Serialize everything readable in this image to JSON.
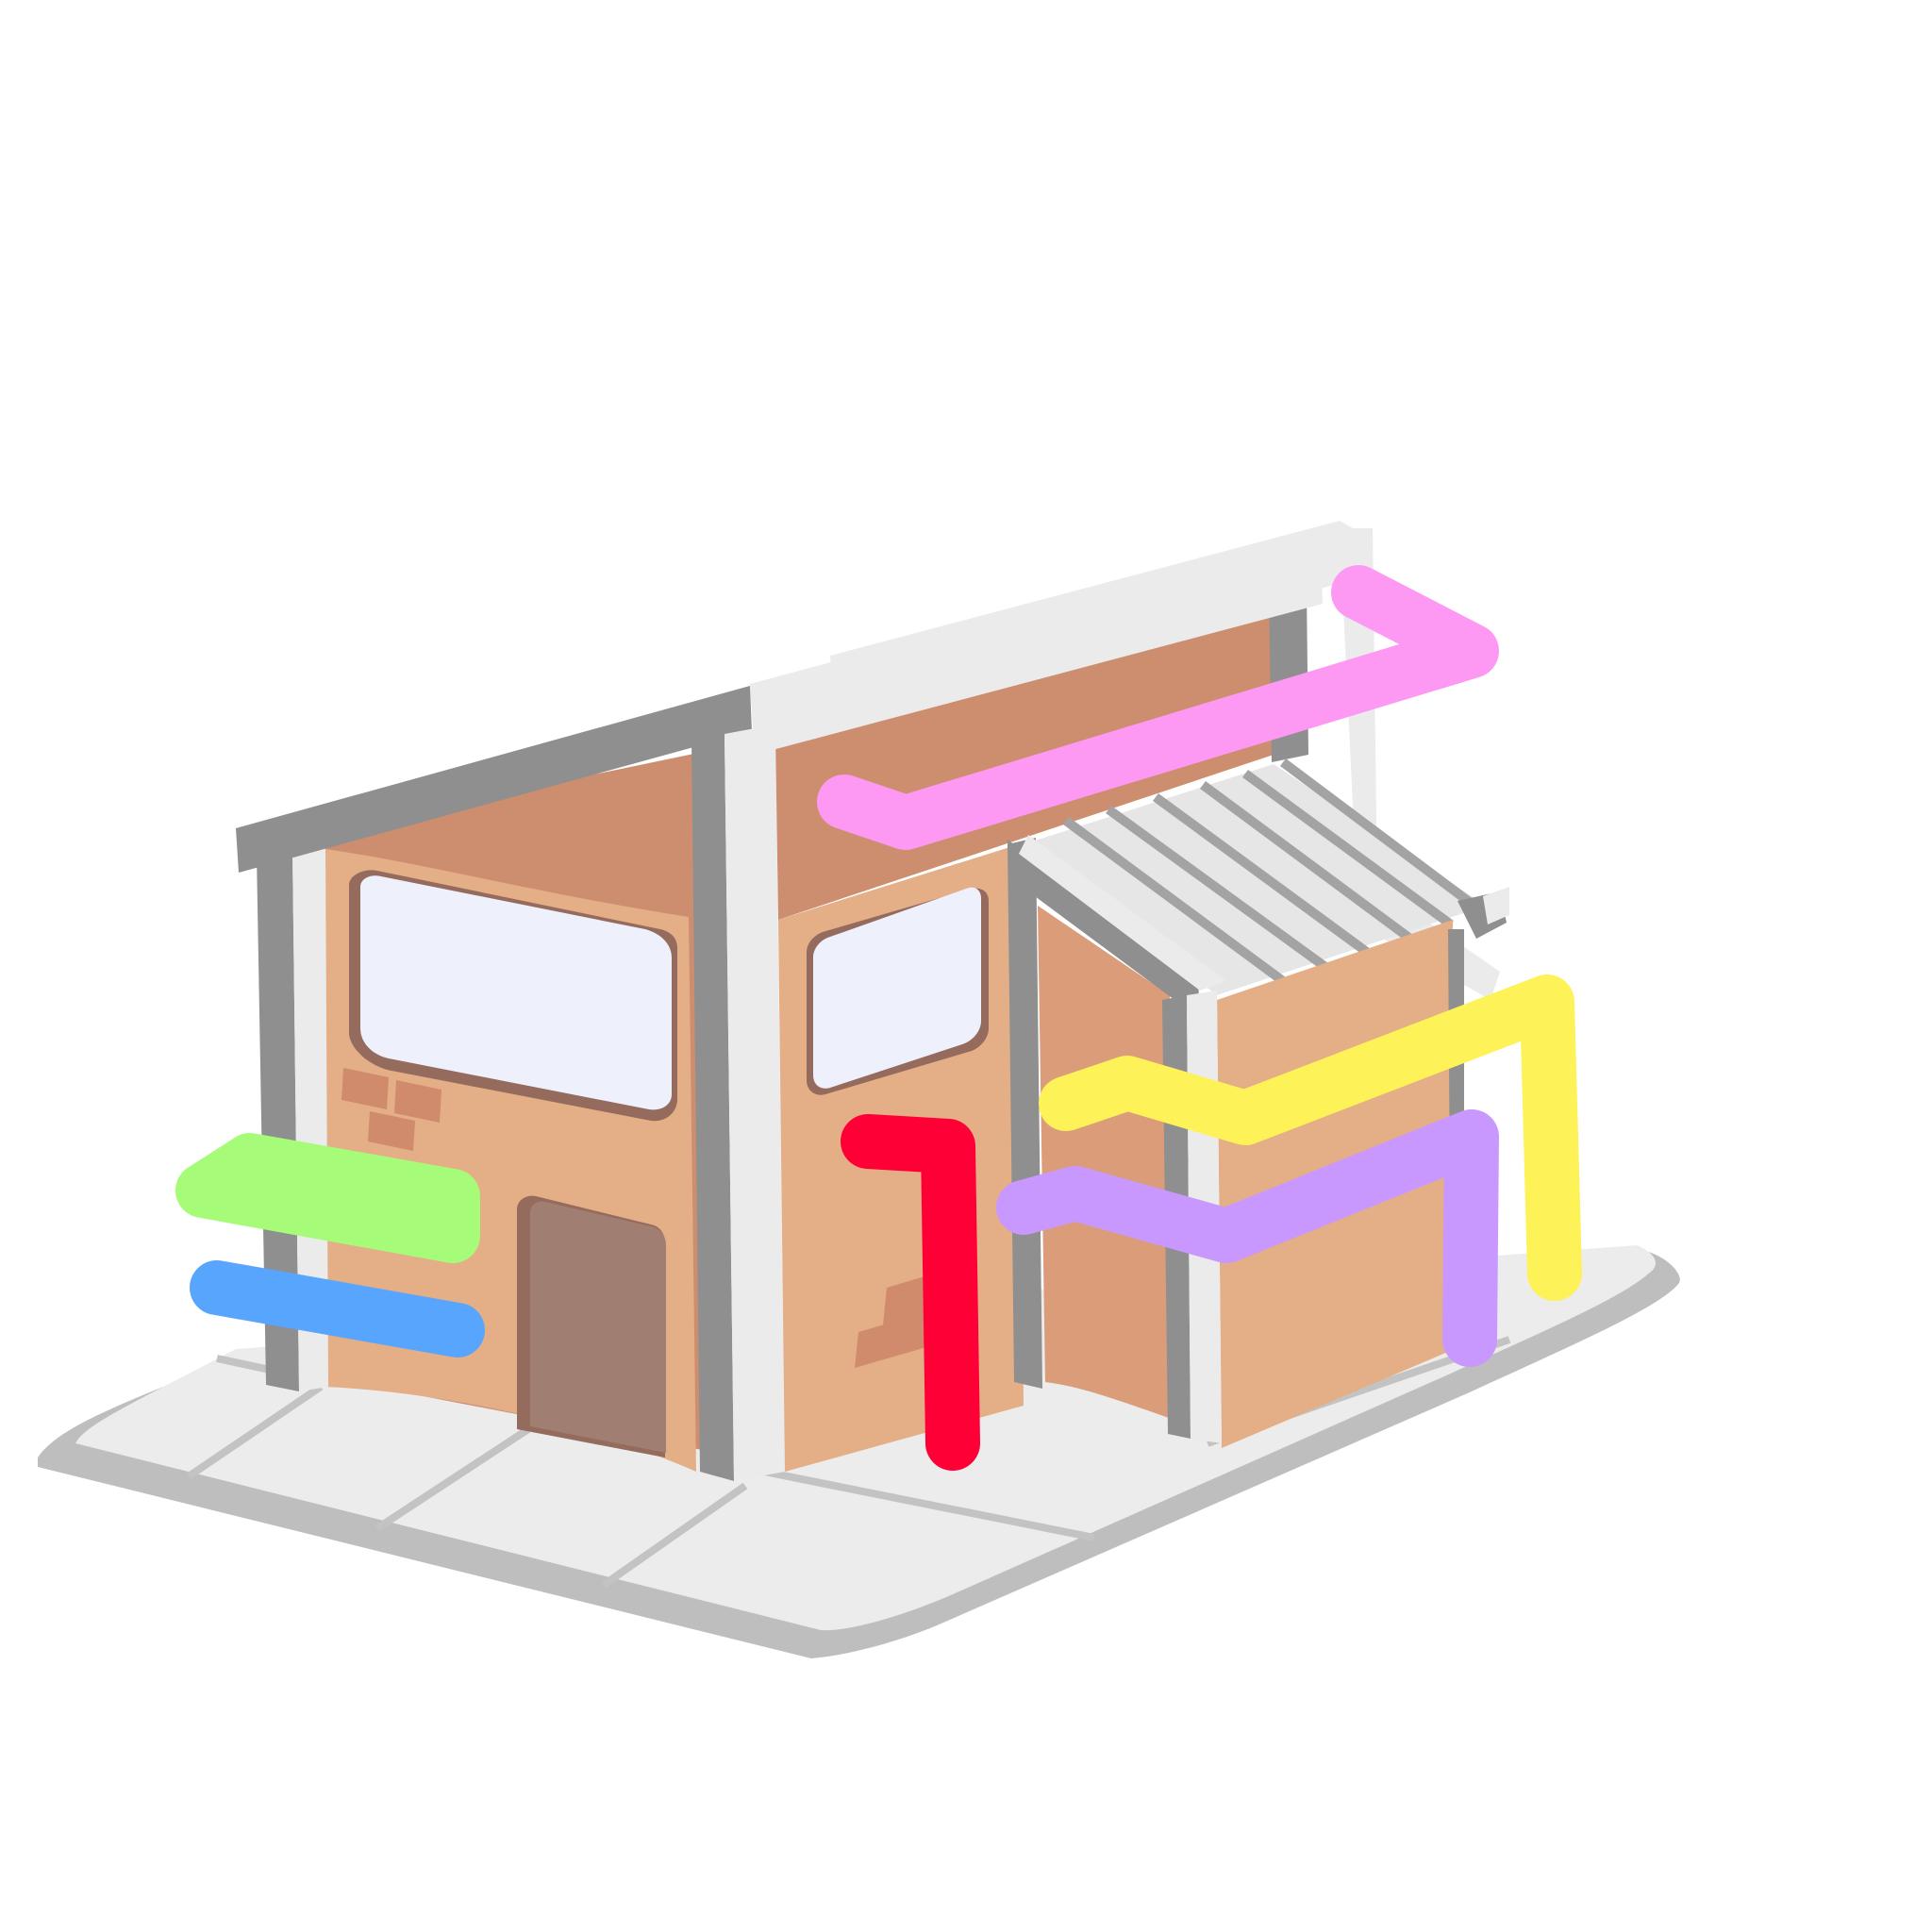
{
  "scene": {
    "background": "#ffffff",
    "ground": "#ececec",
    "ground_shadow": "#bfbebe",
    "pavement_lines": "#c3c3c3",
    "wall": "#e4ae87",
    "wall_shade": "#db9c7a",
    "roof_interior": "#cc8e6f",
    "beam": "#8f8f8f",
    "beam_light": "#ebebeb",
    "window_glass": "#eef0fc",
    "window_frame": "#956b5e",
    "door": "#a07e72",
    "brick": "#cf8b6b",
    "awning_slats": "#a3a3a3",
    "awning_base": "#e6e6e6"
  },
  "strokes": [
    {
      "name": "pink-stroke",
      "color": "#fe99f3"
    },
    {
      "name": "green-stroke",
      "color": "#a6fc78"
    },
    {
      "name": "blue-stroke",
      "color": "#58a5fe"
    },
    {
      "name": "red-stroke",
      "color": "#ff0036"
    },
    {
      "name": "yellow-stroke",
      "color": "#fef259"
    },
    {
      "name": "purple-stroke",
      "color": "#c998fe"
    }
  ]
}
